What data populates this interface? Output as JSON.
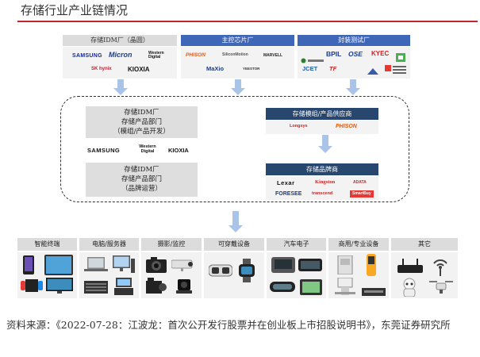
{
  "title": "存储行业产业链情况",
  "top_sections": {
    "idm": {
      "header": "存储IDM厂（晶圆）",
      "logos": [
        "SAMSUNG",
        "Micron",
        "Western Digital",
        "SK hynix",
        "KIOXIA"
      ]
    },
    "controller": {
      "header": "主控芯片厂",
      "logos": [
        "PHISON",
        "SiliconMotion",
        "MARVELL",
        "MaXio",
        "YEESTOR"
      ]
    },
    "packaging": {
      "header": "封装测试厂",
      "logos": [
        "BPIL",
        "OSE",
        "KYEC",
        "JCET",
        "TF"
      ]
    }
  },
  "middle": {
    "idm_box_1": [
      "存储IDM厂",
      "存储产品部门",
      "（模组/产品开发）"
    ],
    "idm_logos": [
      "SAMSUNG",
      "Western Digital",
      "KIOXIA"
    ],
    "idm_box_2": [
      "存储IDM厂",
      "存储产品部门",
      "（品牌运营）"
    ],
    "module_header": "存储模组/产品供应商",
    "module_logos": [
      "Longsys",
      "PHISON"
    ],
    "brand_header": "存储品牌商",
    "brand_logos": [
      "Lexar",
      "Kingston",
      "ADATA",
      "FORESEE",
      "transcend",
      "SmartBuy"
    ]
  },
  "categories": [
    "智能终端",
    "电脑/服务器",
    "摄影/监控",
    "可穿戴设备",
    "汽车电子",
    "商用/专业设备",
    "其它"
  ],
  "source_text": "资料来源：《2022-07-28：江波龙：首次公开发行股票并在创业板上市招股说明书》，东莞证券研究所"
}
